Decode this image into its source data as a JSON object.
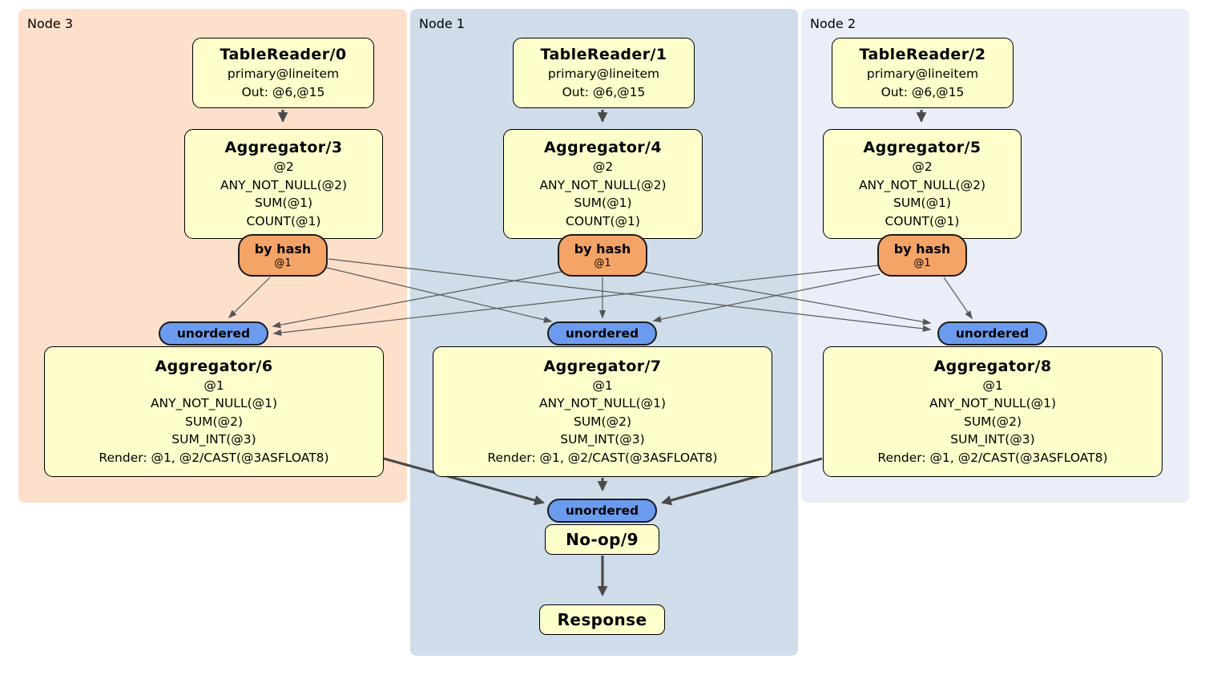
{
  "colors": {
    "node3_bg": "#fce0cc",
    "node1_bg": "#cedde9",
    "node2_bg": "#e9eef8",
    "processor_fill": "#ffffcc",
    "router_fill": "#f4a467",
    "sync_fill": "#6b9bee",
    "edge_thin": "#5a5a5a",
    "edge_thick": "#4a4a4a"
  },
  "nodes": [
    {
      "label": "Node 3",
      "table_reader": {
        "title": "TableReader/0",
        "lines": [
          "primary@lineitem",
          "Out: @6,@15"
        ]
      },
      "aggregator_top": {
        "title": "Aggregator/3",
        "lines": [
          "@2",
          "ANY_NOT_NULL(@2)",
          "SUM(@1)",
          "COUNT(@1)"
        ]
      },
      "router": {
        "label": "by hash",
        "detail": "@1"
      },
      "sync": {
        "label": "unordered"
      },
      "aggregator_bottom": {
        "title": "Aggregator/6",
        "lines": [
          "@1",
          "ANY_NOT_NULL(@1)",
          "SUM(@2)",
          "SUM_INT(@3)",
          "Render: @1, @2/CAST(@3ASFLOAT8)"
        ]
      }
    },
    {
      "label": "Node 1",
      "table_reader": {
        "title": "TableReader/1",
        "lines": [
          "primary@lineitem",
          "Out: @6,@15"
        ]
      },
      "aggregator_top": {
        "title": "Aggregator/4",
        "lines": [
          "@2",
          "ANY_NOT_NULL(@2)",
          "SUM(@1)",
          "COUNT(@1)"
        ]
      },
      "router": {
        "label": "by hash",
        "detail": "@1"
      },
      "sync": {
        "label": "unordered"
      },
      "aggregator_bottom": {
        "title": "Aggregator/7",
        "lines": [
          "@1",
          "ANY_NOT_NULL(@1)",
          "SUM(@2)",
          "SUM_INT(@3)",
          "Render: @1, @2/CAST(@3ASFLOAT8)"
        ]
      }
    },
    {
      "label": "Node 2",
      "table_reader": {
        "title": "TableReader/2",
        "lines": [
          "primary@lineitem",
          "Out: @6,@15"
        ]
      },
      "aggregator_top": {
        "title": "Aggregator/5",
        "lines": [
          "@2",
          "ANY_NOT_NULL(@2)",
          "SUM(@1)",
          "COUNT(@1)"
        ]
      },
      "router": {
        "label": "by hash",
        "detail": "@1"
      },
      "sync": {
        "label": "unordered"
      },
      "aggregator_bottom": {
        "title": "Aggregator/8",
        "lines": [
          "@1",
          "ANY_NOT_NULL(@1)",
          "SUM(@2)",
          "SUM_INT(@3)",
          "Render: @1, @2/CAST(@3ASFLOAT8)"
        ]
      }
    }
  ],
  "final_stage": {
    "sync": {
      "label": "unordered"
    },
    "noop": {
      "title": "No-op/9"
    },
    "response": {
      "title": "Response"
    }
  }
}
